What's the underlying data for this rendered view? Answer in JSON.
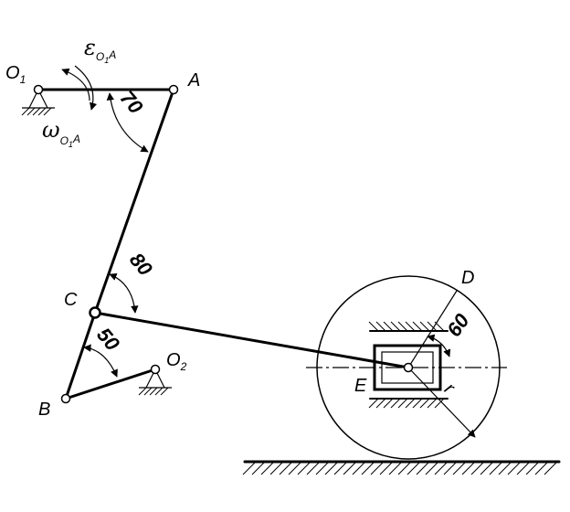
{
  "points": {
    "O1": "O",
    "O1_sub": "1",
    "A": "A",
    "C": "C",
    "B": "B",
    "O2": "O",
    "O2_sub": "2",
    "D": "D",
    "E": "E",
    "r": "r"
  },
  "angles": {
    "at_A": "70",
    "at_C": "80",
    "at_B": "50",
    "at_D": "60"
  },
  "kinematics": {
    "epsilon_symbol": "ε",
    "omega_symbol": "ω",
    "sub_O": "O",
    "sub_1": "1",
    "sub_A": "A"
  }
}
